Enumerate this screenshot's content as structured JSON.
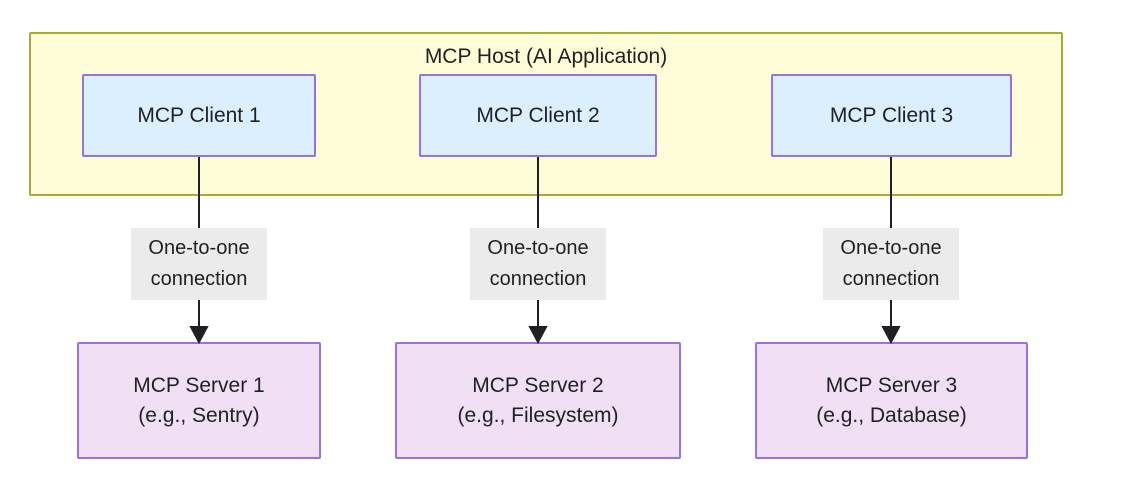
{
  "diagram": {
    "title": "MCP Host (AI Application)",
    "background_color": "#ffffff",
    "host": {
      "label": "MCP Host (AI Application)",
      "fill_color": "#fffdd8",
      "border_color": "#aaaa33"
    },
    "clients": [
      {
        "label": "MCP Client 1"
      },
      {
        "label": "MCP Client 2"
      },
      {
        "label": "MCP Client 3"
      }
    ],
    "client_style": {
      "fill_color": "#dbeffe",
      "border_color": "#9673e0"
    },
    "connections": [
      {
        "line1": "One-to-one",
        "line2": "connection"
      },
      {
        "line1": "One-to-one",
        "line2": "connection"
      },
      {
        "line1": "One-to-one",
        "line2": "connection"
      }
    ],
    "connection_style": {
      "label_background": "#ebebeb",
      "arrow_color": "#1f2023"
    },
    "servers": [
      {
        "line1": "MCP Server 1",
        "line2": "(e.g., Sentry)"
      },
      {
        "line1": "MCP Server 2",
        "line2": "(e.g., Filesystem)"
      },
      {
        "line1": "MCP Server 3",
        "line2": "(e.g., Database)"
      }
    ],
    "server_style": {
      "fill_color": "#f0dff5",
      "border_color": "#9673e0"
    }
  }
}
